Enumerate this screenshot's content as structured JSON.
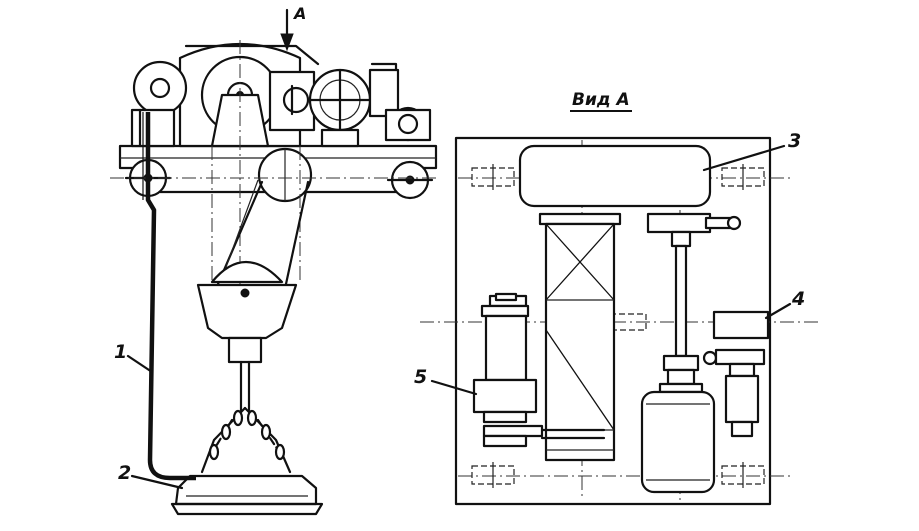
{
  "side_view": {
    "view_arrow_label": "A",
    "labels": [
      {
        "key": "cable",
        "text": "1"
      },
      {
        "key": "magnet",
        "text": "2"
      }
    ]
  },
  "plan_view": {
    "title": "Вид А",
    "labels": [
      {
        "key": "motor-top",
        "text": "3"
      },
      {
        "key": "brake-right",
        "text": "4"
      },
      {
        "key": "drive-left",
        "text": "5"
      }
    ]
  }
}
